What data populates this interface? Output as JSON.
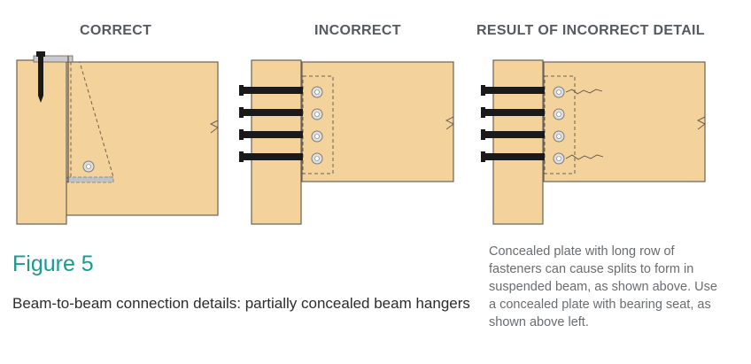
{
  "panels": [
    {
      "title": "CORRECT"
    },
    {
      "title": "INCORRECT"
    },
    {
      "title": "RESULT OF INCORRECT DETAIL"
    }
  ],
  "figure": {
    "label": "Figure 5",
    "caption": "Beam-to-beam connection details: partially concealed beam hangers"
  },
  "note": {
    "lines": [
      "Concealed plate with long row of",
      "fasteners can cause splits to form in",
      "suspended beam, as shown above. Use",
      "a concealed plate with bearing seat, as",
      "shown above left."
    ]
  },
  "colors": {
    "wood": "#f4d29c",
    "wood_edge": "#6b6055",
    "bolt": "#1a1a1a",
    "title": "#555a60",
    "figure_label": "#1b9a8e",
    "caption": "#2c2c2c",
    "note": "#6a6d70"
  }
}
